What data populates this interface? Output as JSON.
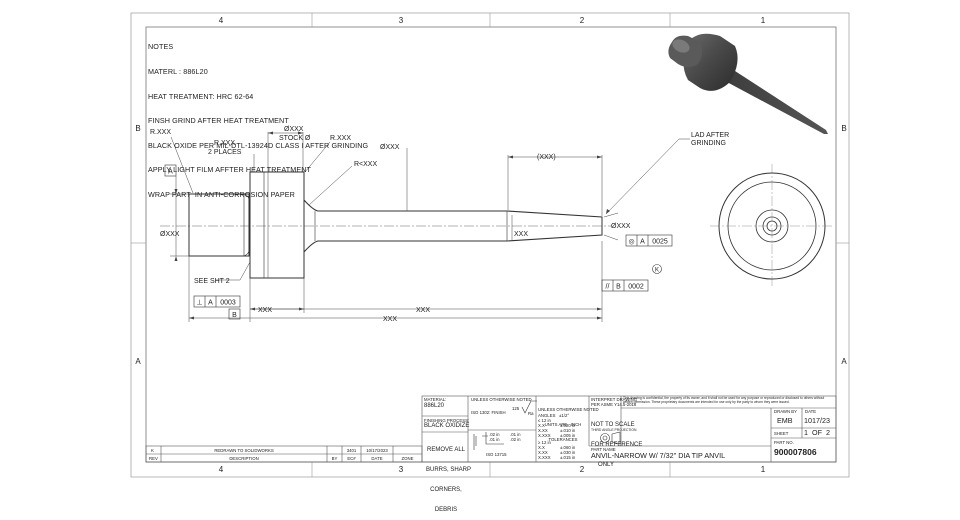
{
  "border": {
    "top_zones": [
      "4",
      "3",
      "2",
      "1"
    ],
    "bottom_zones": [
      "4",
      "3",
      "2",
      "1"
    ],
    "left_zones": [
      "B",
      "A"
    ],
    "right_zones": [
      "B",
      "A"
    ]
  },
  "notes": [
    "NOTES",
    "MATERL : 886L20",
    "HEAT TREATMENT: HRC 62-64",
    "FINSH GRIND AFTER HEAT TREATMENT",
    "BLACK OXIDE PER MIL-DTL-13924D CLASS I AFTER GRINDING",
    "APPLY LIGHT FILM AFFTER HEAT TREATMENT",
    "WRAP PART  IN ANTI-CORROSION PAPER"
  ],
  "dims": {
    "r_left": "R.XXX",
    "r_places": "R.XXX",
    "places": "2 PLACES",
    "dia_xxx_top": "ØXXX",
    "stock": "STOCK Ø",
    "r_top": "R.XXX",
    "r_lt": "R<XXX",
    "dia_shaft": "ØXXX",
    "tip_len": "(XXX)",
    "lap_note1": "LAD AFTER",
    "lap_note2": "GRINDING",
    "dia_left": "ØXXX",
    "xxx_taper": "XXX",
    "dia_tip": "ØXXX",
    "see_sht": "SEE SHT 2",
    "dim_a": "XXX",
    "dim_b": "XXX",
    "dim_c": "XXX",
    "datum_a": "A",
    "datum_b": "B",
    "k_symbol": "K"
  },
  "gdt": [
    {
      "sym": "◎",
      "datum": "A",
      "value": "0025"
    },
    {
      "sym": "//",
      "datum": "B",
      "value": "0002"
    },
    {
      "sym": "⊥",
      "datum": "A",
      "value": "0003"
    }
  ],
  "title_block": {
    "material_label": "MATERIAL:",
    "material": "886L20",
    "finishing_label": "FINISHING PROCESS:",
    "finishing": "BLACK OXIDIZE",
    "remove_burrs": [
      "REMOVE ALL",
      "BURRS, SHARP",
      "CORNERS,",
      "DEBRIS"
    ],
    "unless_surface": "UNLESS OTHERWISE NOTED",
    "iso_finish": "ISO 1302: FINISH",
    "finish_val": "125",
    "finish_unit": "Ra",
    "iso_13715": "ISO 13715",
    "edge_vals": [
      ".02 in",
      ".01 in",
      ".01 in",
      ".02 in"
    ],
    "tol_header": [
      "UNLESS OTHERWISE NOTED",
      "UNITS ARE   INCH",
      "TOLERANCES"
    ],
    "angles": "ANGLES   ±1/2°",
    "tol_group1_head": "≤ 12 in",
    "tol_group1": [
      [
        "X.X",
        "±.020 in"
      ],
      [
        "X.XX",
        "±.010 in"
      ],
      [
        "X.XXX",
        "±.005 in"
      ]
    ],
    "tol_group2_head": "≥ 12 in",
    "tol_group2": [
      [
        "X.X",
        "±.060 in"
      ],
      [
        "X.XX",
        "±.030 in"
      ],
      [
        "X.XXX",
        "±.015 in"
      ]
    ],
    "interpret": [
      "INTERPRET DRAWING",
      "PER ASME Y14.5-2018"
    ],
    "not_to_scale": [
      "NOT TO SCALE",
      "FOR REFERENCE",
      "ONLY"
    ],
    "third_angle": "THIRD ANGLE PROJECTION",
    "prop_text": "This drawing is confidential, the property of its owner, and it shall not be used for any purpose or reproduced or disclosed to others without written permission. These proprietary documents are intended for use only by the party to whom they were issued.",
    "drawn_by_label": "DRAWN BY",
    "date_label": "DATE",
    "drawn_by": "EMB",
    "date": "1017/23",
    "sheet_label": "SHEET",
    "sheet": "1  OF  2",
    "part_name_label": "PART NAME",
    "part_name": "ANVIL-NARROW W/ 7/32\" DIA TIP ANVIL",
    "part_no_label": "PART NO.",
    "part_no": "900007806"
  },
  "revision": {
    "row": {
      "rev": "K",
      "desc": "REDRAWN TO SOLIDWORKS",
      "by": "",
      "ecn": "3401",
      "date": "10/17/2023",
      "zone": ""
    },
    "headers": {
      "rev": "REV",
      "desc": "DESCRIPTION",
      "by": "BY",
      "ecn": "EC#",
      "date": "DATE",
      "zone": "ZONE"
    }
  }
}
